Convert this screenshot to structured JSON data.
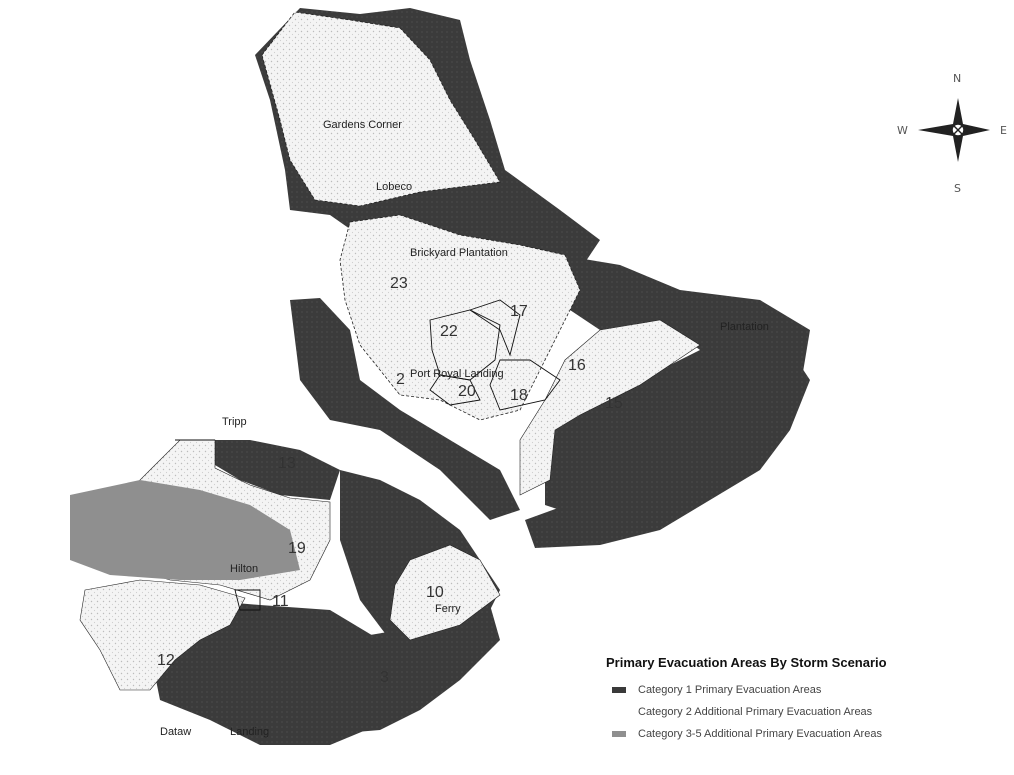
{
  "map": {
    "place_labels": [
      "Gardens Corner",
      "Lobeco",
      "Brickyard Plantation",
      "Port Royal Landing",
      "Tripp",
      "Hilton",
      "Ferry",
      "Dataw",
      "Plantation",
      "Landing"
    ],
    "zone_numbers": [
      "23",
      "22",
      "17",
      "2",
      "20",
      "18",
      "16",
      "15",
      "13",
      "19",
      "11",
      "10",
      "12",
      "3"
    ]
  },
  "compass": {
    "north": "N",
    "south": "S",
    "east": "E",
    "west": "W"
  },
  "legend": {
    "title": "Primary Evacuation Areas By Storm Scenario",
    "items": [
      {
        "label": "Category 1 Primary Evacuation Areas",
        "color": "#3a3a3a"
      },
      {
        "label": "Category 2 Additional Primary Evacuation Areas",
        "color": "#ffffff"
      },
      {
        "label": "Category 3-5 Additional Primary Evacuation Areas",
        "color": "#8f8f8f"
      }
    ]
  },
  "colors": {
    "category_1": "#3a3a3a",
    "category_2": "#f3f3f3",
    "category_3_5": "#8f8f8f",
    "water": "#ffffff"
  }
}
